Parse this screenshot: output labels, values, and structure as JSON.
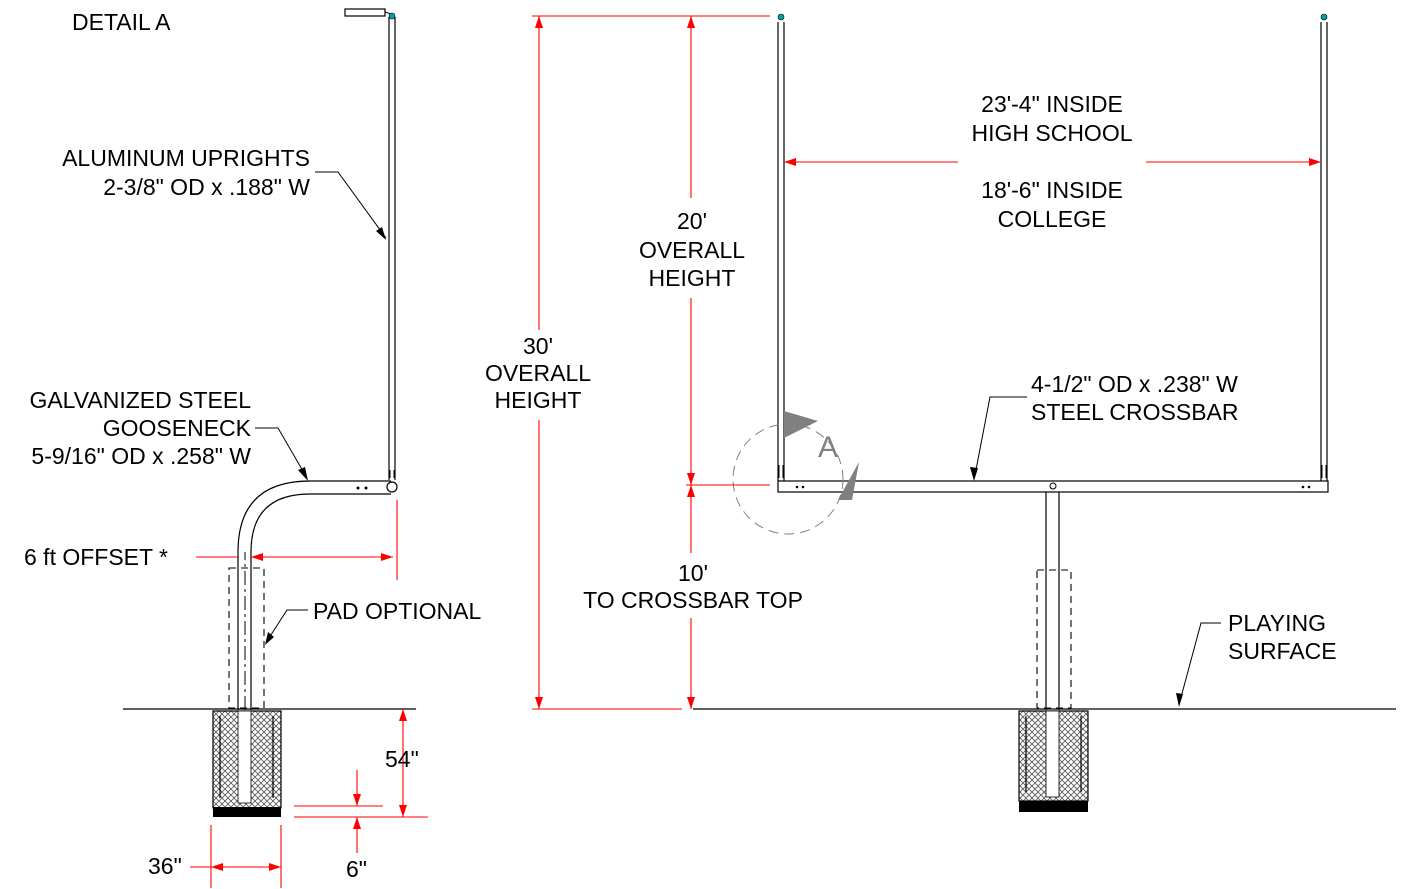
{
  "labels": {
    "detail_a": "DETAIL A",
    "uprights_line1": "ALUMINUM UPRIGHTS",
    "uprights_line2": "2-3/8\" OD x .188\" W",
    "gooseneck_line1": "GALVANIZED STEEL",
    "gooseneck_line2": "GOOSENECK",
    "gooseneck_line3": "5-9/16\" OD x .258\" W",
    "offset": "6 ft  OFFSET *",
    "pad": "PAD OPTIONAL",
    "depth_54": "54\"",
    "depth_6": "6\"",
    "width_36": "36\"",
    "overall30_line1": "30'",
    "overall30_line2": "OVERALL",
    "overall30_line3": "HEIGHT",
    "overall20_line1": "20'",
    "overall20_line2": "OVERALL",
    "overall20_line3": "HEIGHT",
    "crossbar10_line1": "10'",
    "crossbar10_line2": "TO CROSSBAR TOP",
    "hs_line1": "23'-4\" INSIDE",
    "hs_line2": "HIGH SCHOOL",
    "col_line1": "18'-6\" INSIDE",
    "col_line2": "COLLEGE",
    "crossbar_line1": "4-1/2\" OD x .238\" W",
    "crossbar_line2": "STEEL CROSSBAR",
    "surface_line1": "PLAYING",
    "surface_line2": "SURFACE",
    "detail_marker": "A"
  },
  "colors": {
    "dimension": "#ff0000",
    "line": "#000000",
    "detail_marker": "#808080",
    "cap": "#00a3a3"
  }
}
